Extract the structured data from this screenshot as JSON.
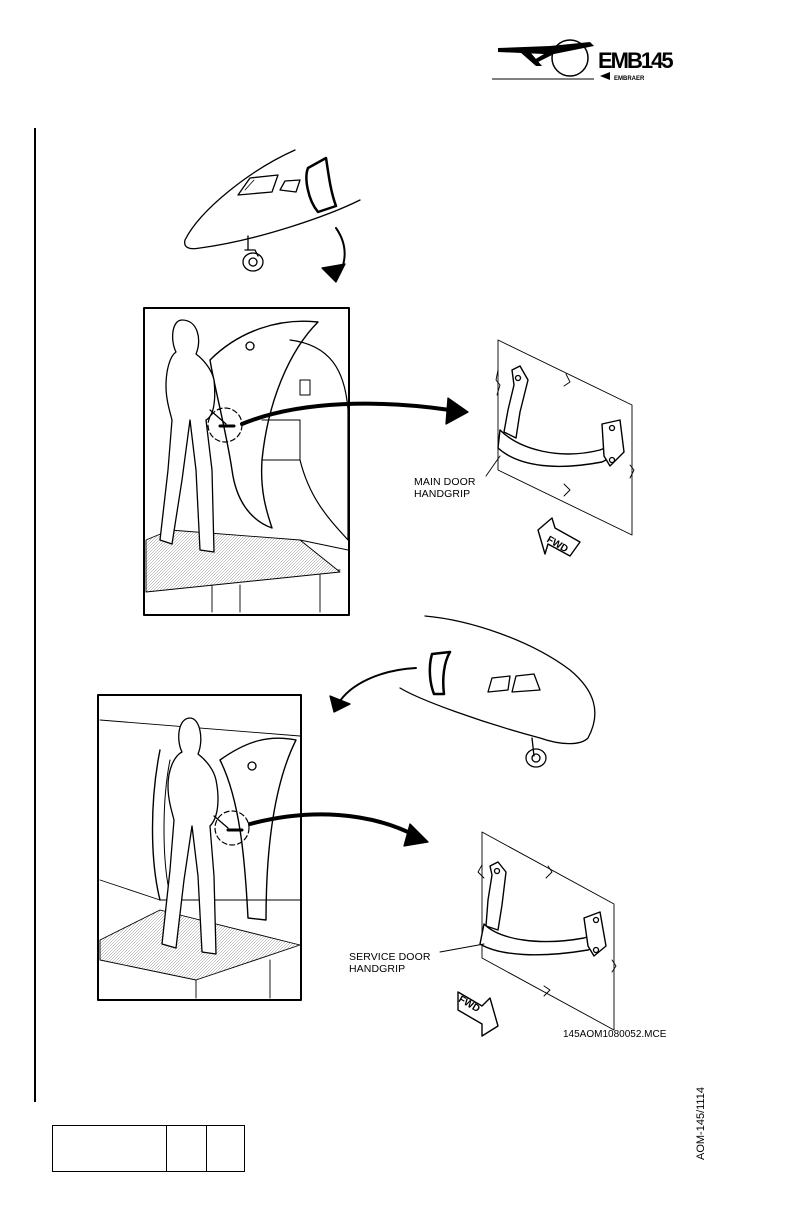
{
  "header": {
    "logo_text": "EMB145",
    "logo_subtext": "EMBRAER"
  },
  "figure": {
    "main_door_label_line1": "MAIN DOOR",
    "main_door_label_line2": "HANDGRIP",
    "service_door_label_line1": "SERVICE DOOR",
    "service_door_label_line2": "HANDGRIP",
    "fwd_label_top": "FWD",
    "fwd_label_bottom": "FWD",
    "figure_id": "145AOM1080052.MCE"
  },
  "footer": {
    "doc_code": "AOM-145/1114"
  }
}
